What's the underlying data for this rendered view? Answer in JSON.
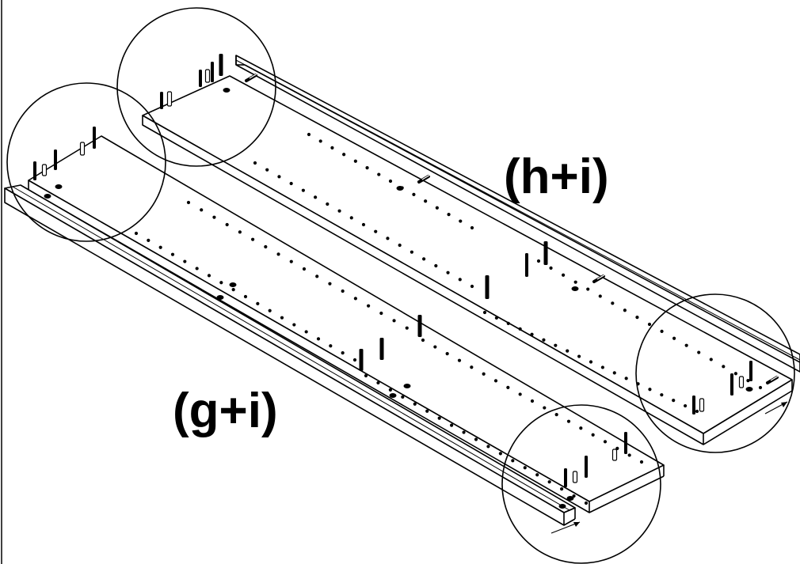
{
  "labels": {
    "upper_pair": "(h+i)",
    "lower_pair": "(g+i)"
  },
  "colors": {
    "ink": "#000000",
    "paper": "#ffffff"
  },
  "parts": {
    "upper_panel": "panel-h",
    "lower_panel": "panel-g",
    "rail": "rail-i",
    "dowel": "wooden-dowel",
    "cam_bolt": "cam-bolt",
    "cam_lock": "cam-lock-hole"
  }
}
